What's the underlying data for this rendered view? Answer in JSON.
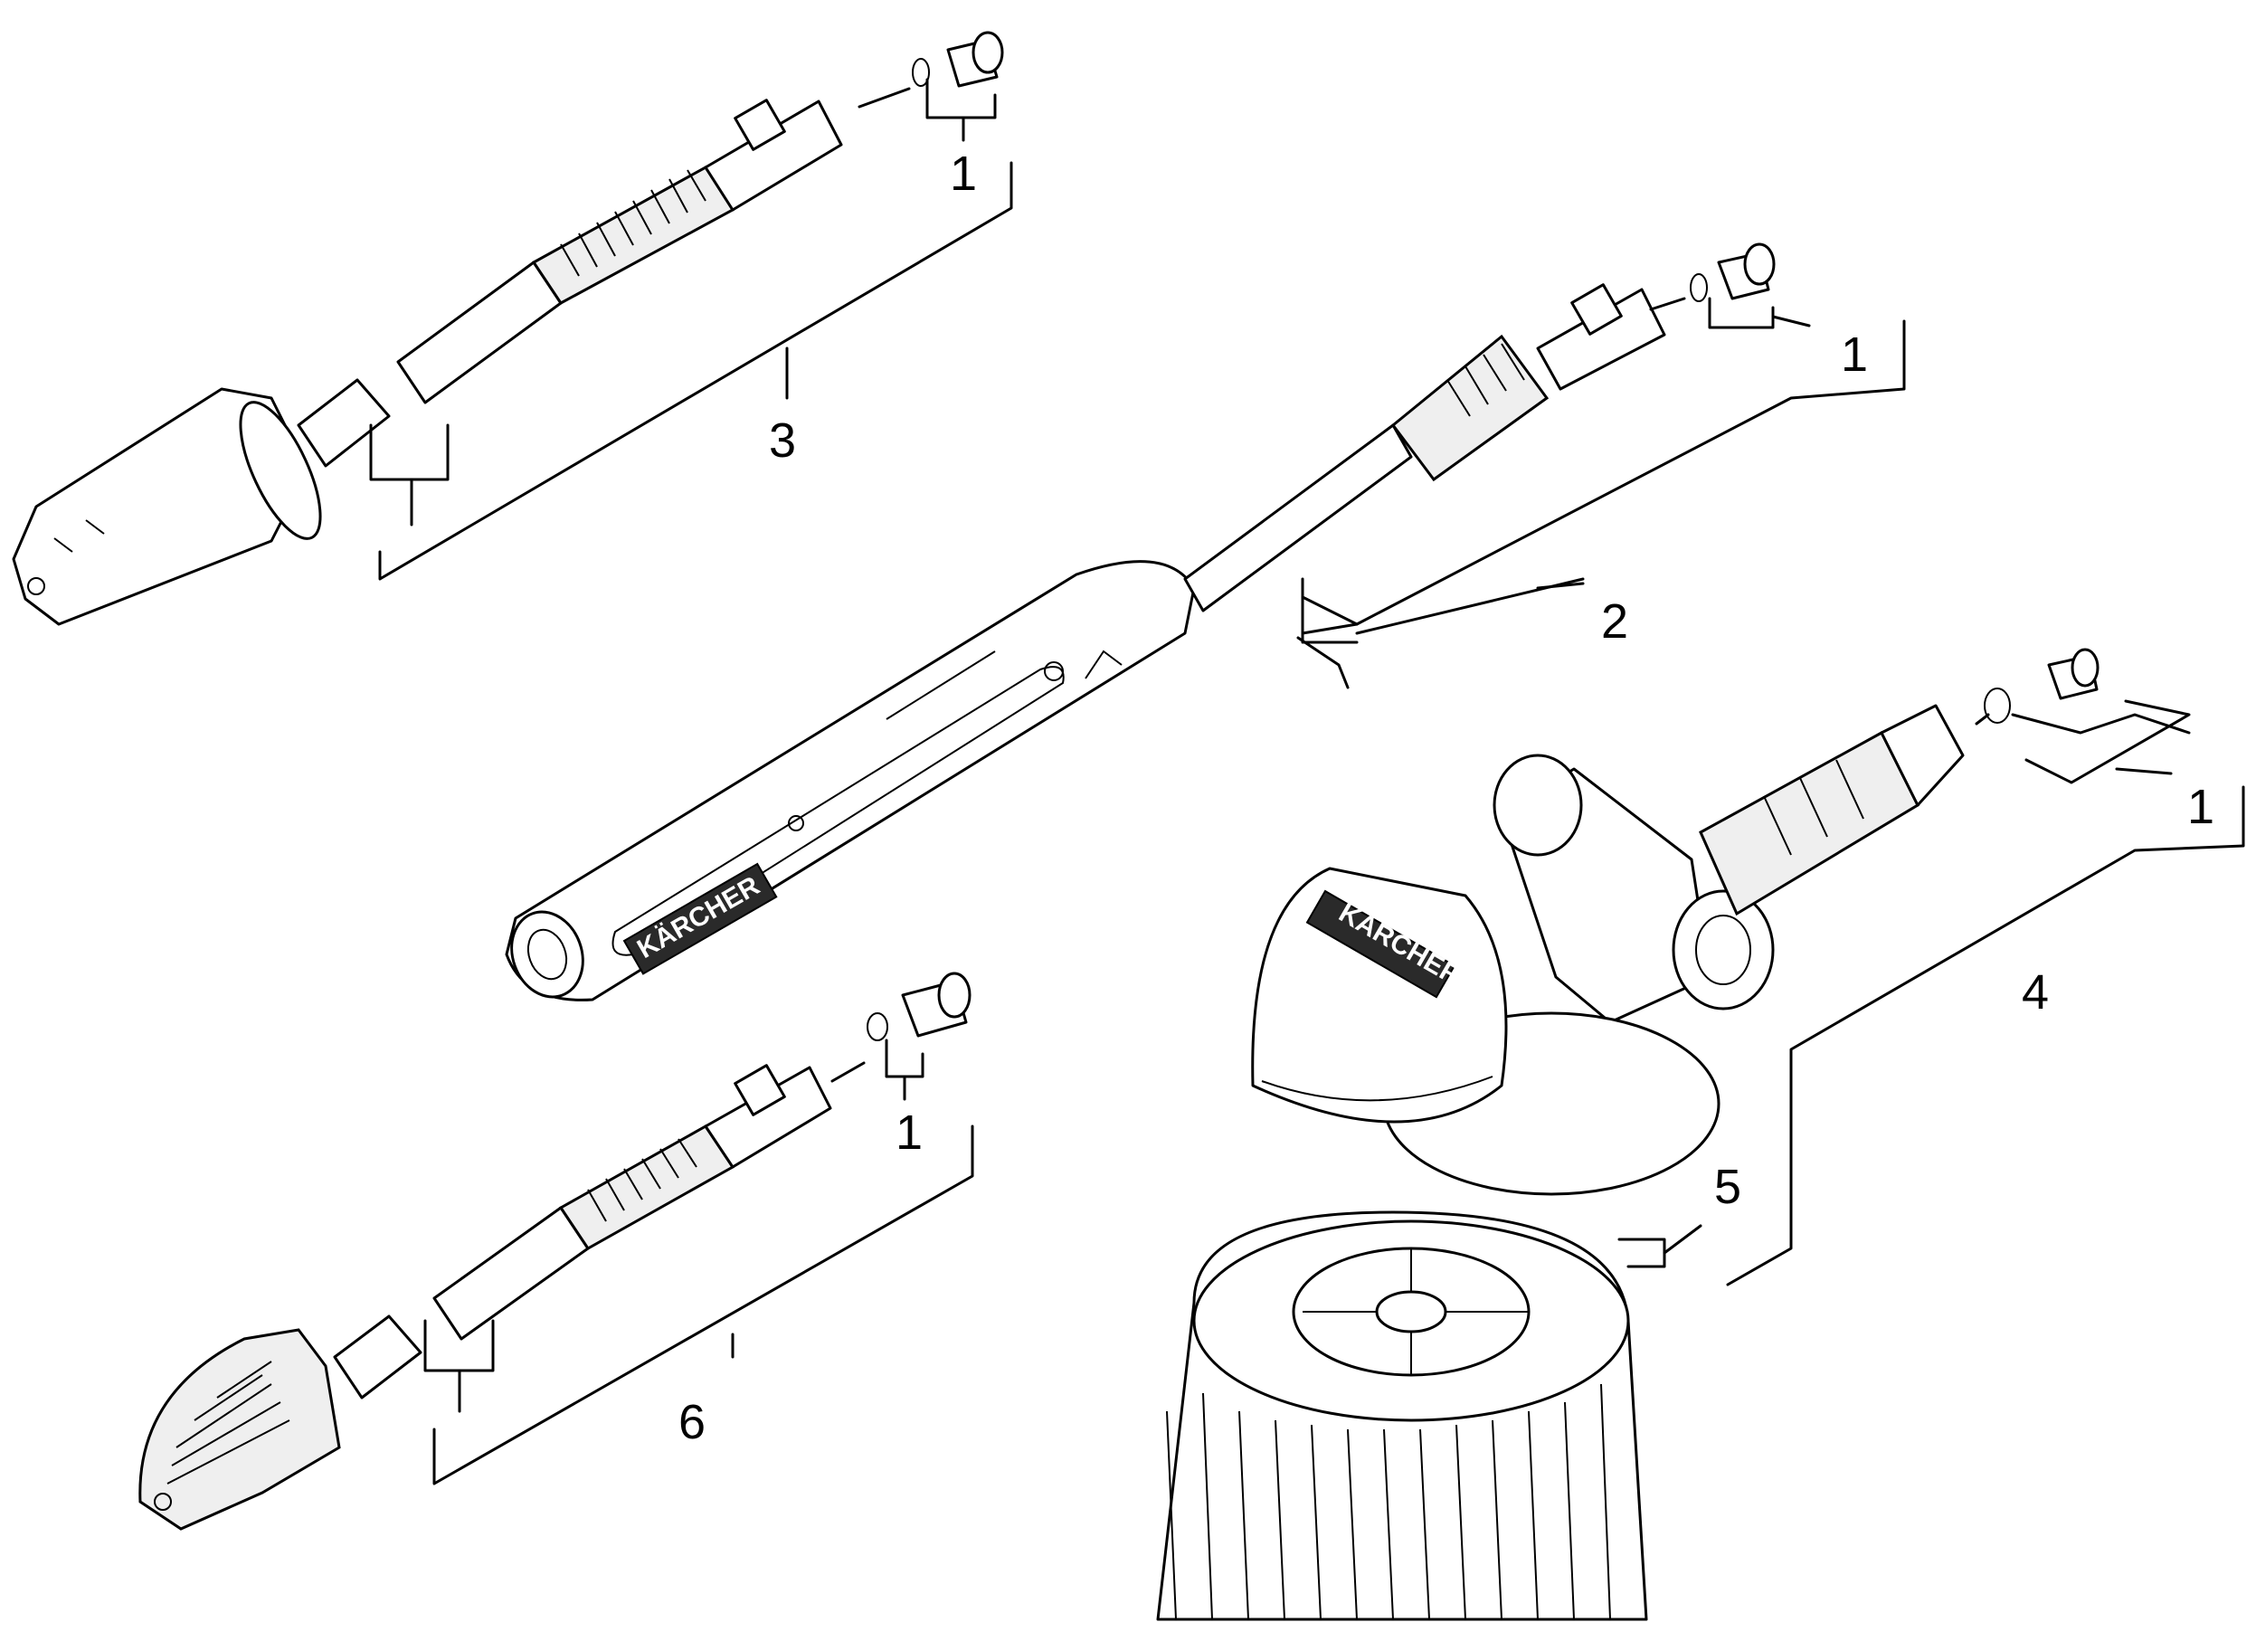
{
  "brand_text": "KÄRCHER",
  "callouts": {
    "nozzle_3_oring": "1",
    "lance_3": "3",
    "lance_2_oring": "1",
    "handle_lance": "2",
    "brush_oring": "1",
    "brush_assembly": "4",
    "brush_head": "5",
    "nozzle_6_oring": "1",
    "lance_6": "6"
  }
}
